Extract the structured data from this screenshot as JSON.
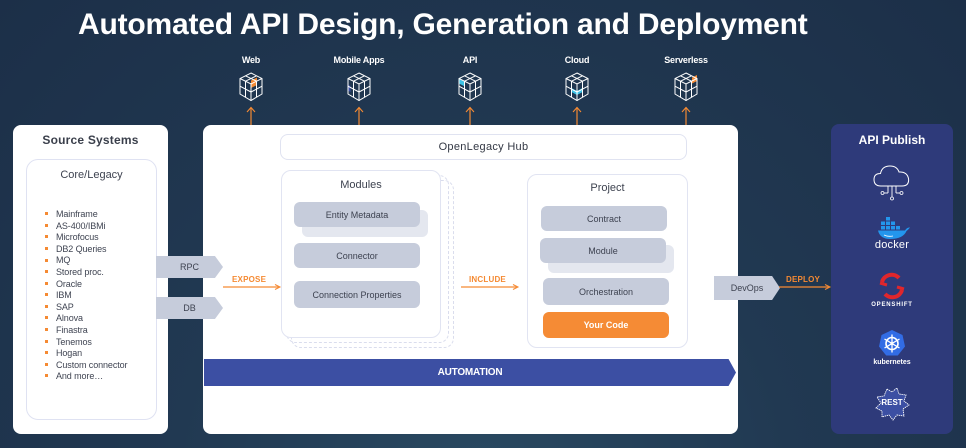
{
  "title": "Automated API Design, Generation and Deployment",
  "targets": [
    {
      "label": "Web",
      "icon": "cube-icon",
      "accent": "#f58b35"
    },
    {
      "label": "Mobile Apps",
      "icon": "cube-icon",
      "accent": "#3c4fa3"
    },
    {
      "label": "API",
      "icon": "cube-icon",
      "accent": "#3cc3e6"
    },
    {
      "label": "Cloud",
      "icon": "cube-icon",
      "accent": "#3cc3e6"
    },
    {
      "label": "Serverless",
      "icon": "cube-icon",
      "accent": "#f58b35"
    }
  ],
  "source_systems": {
    "title": "Source Systems",
    "core_title": "Core/Legacy",
    "items": [
      "Mainframe",
      "AS-400/IBMi",
      "Microfocus",
      "DB2 Queries",
      "MQ",
      "Stored proc.",
      "Oracle",
      "IBM",
      "SAP",
      "Alnova",
      "Finastra",
      "Tenemos",
      "Hogan",
      "Custom connector",
      "And more…"
    ],
    "connectors": [
      "RPC",
      "DB"
    ]
  },
  "hub": {
    "title": "OpenLegacy Hub",
    "modules": {
      "title": "Modules",
      "items": [
        "Entity Metadata",
        "Connector",
        "Connection Properties"
      ]
    },
    "project": {
      "title": "Project",
      "items": [
        "Contract",
        "Module",
        "Orchestration"
      ],
      "highlight": "Your Code"
    },
    "automation": "AUTOMATION"
  },
  "arrows": {
    "expose": "EXPOSE",
    "include": "INCLUDE",
    "deploy": "DEPLOY"
  },
  "devops": "DevOps",
  "publish": {
    "title": "API Publish",
    "items": [
      {
        "name": "cloud",
        "caption": ""
      },
      {
        "name": "docker",
        "caption": "docker"
      },
      {
        "name": "openshift",
        "caption": "OPENSHIFT"
      },
      {
        "name": "kubernetes",
        "caption": "kubernetes"
      },
      {
        "name": "rest",
        "caption": "REST"
      }
    ]
  },
  "colors": {
    "accent_orange": "#f58b35",
    "automation_blue": "#3c4fa3",
    "publish_panel": "#2e3a7a",
    "pill_gray": "#c6ccdb"
  }
}
